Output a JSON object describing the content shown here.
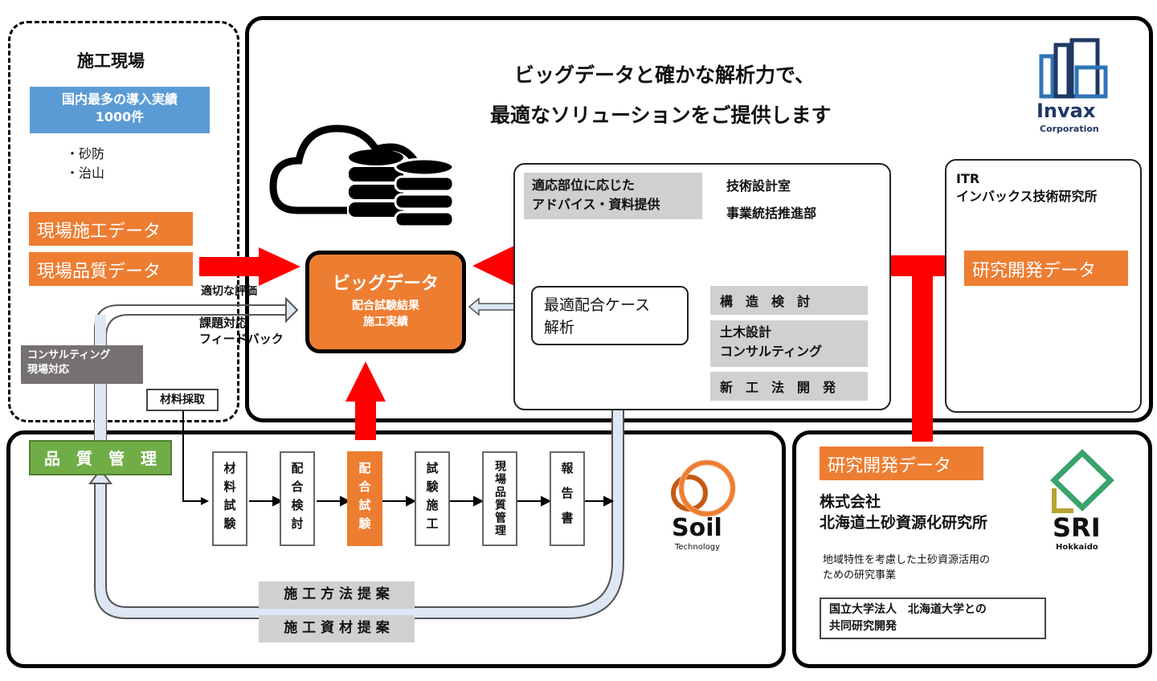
{
  "site": {
    "title": "施工現場",
    "record_badge": "国内最多の導入実績\n1000件",
    "fields": [
      "・砂防",
      "・治山"
    ],
    "data1": "現場施工データ",
    "data2": "現場品質データ",
    "eval": "適切な評価",
    "feedback": "課題対応\nフィードバック",
    "consulting": "コンサルティング\n現場対応",
    "sampling": "材料採取"
  },
  "invax": {
    "headline1": "ビッグデータと確かな解析力で、",
    "headline2": "最適なソリューションをご提供します",
    "logo_name": "Invax",
    "logo_sub": "Corporation",
    "bigdata_title": "ビッグデータ",
    "bigdata_sub": "配合試験結果\n施工実績",
    "advice": "適応部位に応じた\nアドバイス・資料提供",
    "dept1": "技術設計室",
    "dept2": "事業統括推進部",
    "optimal": "最適配合ケース\n解析",
    "svc1": "構　造　検　討",
    "svc2": "土木設計\nコンサルティング",
    "svc3": "新　工　法　開　発",
    "itr_title": "ITR\nインバックス技術研究所",
    "rd_data": "研究開発データ"
  },
  "soil": {
    "quality": "品　質　管　理",
    "steps": [
      "材料試験",
      "配合検討",
      "配合試験",
      "試験施工",
      "現場品質管理",
      "報告書"
    ],
    "method": "施 工 方 法 提 案",
    "material": "施 工 資 材 提 案",
    "logo_name": "Soil",
    "logo_sub": "Technology"
  },
  "sri": {
    "rd_data": "研究開発データ",
    "company": "株式会社\n北海道土砂資源化研究所",
    "desc": "地域特性を考慮した土砂資源活用の\nための研究事業",
    "joint": "国立大学法人　北海道大学との\n共同研究開発",
    "logo_name": "SRI",
    "logo_sub": "Hokkaido"
  },
  "colors": {
    "orange": "#ed7d31",
    "red": "#ff0000",
    "green": "#70ad47",
    "blue": "#5b9bd5"
  }
}
